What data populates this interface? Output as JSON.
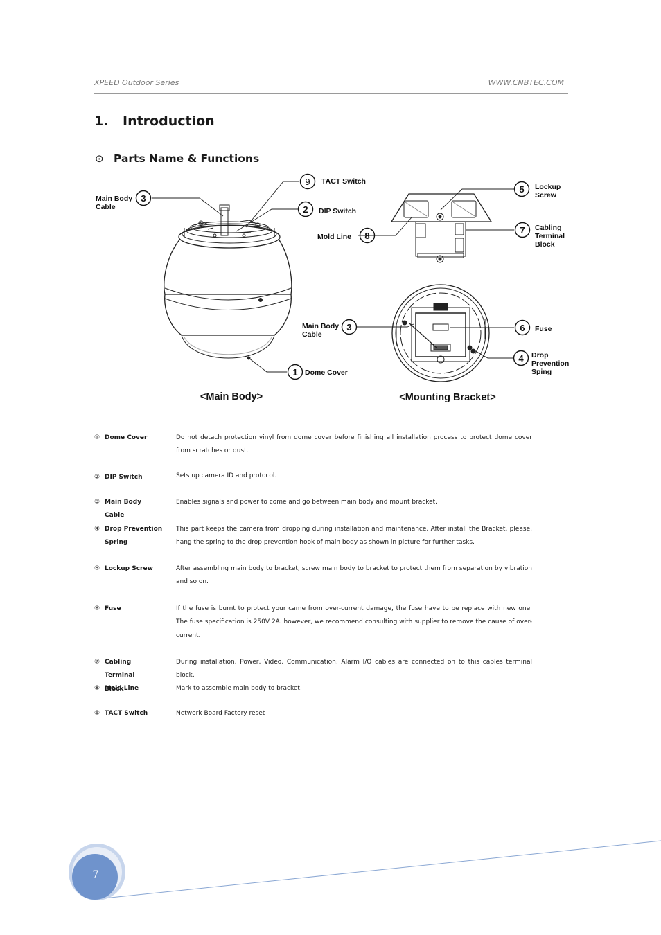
{
  "header": {
    "left": "XPEED Outdoor Series",
    "right": "WWW.CNBTEC.COM"
  },
  "section": {
    "number": "1.",
    "title": "Introduction"
  },
  "subsection": {
    "mark": "⊙",
    "title": "Parts Name & Functions"
  },
  "figure": {
    "labels": {
      "main_body_cable_line1": "Main Body",
      "main_body_cable_line2": "Cable",
      "tact_switch": "TACT Switch",
      "dip_switch": "DIP Switch",
      "mold_line": "Mold Line",
      "dome_cover": "Dome Cover",
      "lockup_line1": "Lockup",
      "lockup_line2": "Screw",
      "cabling_line1": "Cabling",
      "cabling_line2": "Terminal",
      "cabling_line3": "Block",
      "fuse": "Fuse",
      "drop_line1": "Drop",
      "drop_line2": "Prevention",
      "drop_line3": "Sping"
    },
    "numbers": {
      "n1": "1",
      "n2": "2",
      "n3": "3",
      "n4": "4",
      "n5": "5",
      "n6": "6",
      "n7": "7",
      "n8": "8",
      "n9": "9"
    },
    "caption_main_body": "<Main Body>",
    "caption_mounting_bracket": "<Mounting Bracket>"
  },
  "parts": [
    {
      "circle": "①",
      "name": "Dome Cover",
      "description": "Do not detach protection vinyl from dome cover before finishing all installation process to protect dome cover from scratches or dust."
    },
    {
      "circle": "②",
      "name": "DIP Switch",
      "description": "Sets up camera ID and protocol."
    },
    {
      "circle": "③",
      "name": "Main Body Cable",
      "description": "Enables signals and power to come and go between main body and mount bracket."
    },
    {
      "circle": "④",
      "name": "Drop Prevention Spring",
      "description": "This part keeps the camera from dropping during installation and maintenance. After install the Bracket, please, hang the spring to the drop prevention hook of main body as shown in picture for further tasks."
    },
    {
      "circle": "⑤",
      "name": "Lockup Screw",
      "description": "After assembling main body to bracket, screw main body to bracket to protect them from separation by vibration and so on."
    },
    {
      "circle": "⑥",
      "name": "Fuse",
      "description": "If the fuse is burnt to protect your came from over-current damage, the fuse have to be replace with new one. The fuse specification is 250V 2A. however, we recommend consulting with supplier to remove the cause of over-current."
    },
    {
      "circle": "⑦",
      "name": "Cabling Terminal Block",
      "description": "During installation, Power, Video, Communication, Alarm I/O cables are connected on to this cables terminal block."
    },
    {
      "circle": "⑧",
      "name": "Mold Line",
      "description": "Mark to assemble main body to bracket."
    },
    {
      "circle": "⑨",
      "name": "TACT Switch",
      "description": "Network Board Factory reset"
    }
  ],
  "page_number": "7",
  "colors": {
    "accent_blue": "#8aa7d3",
    "page_circle": "#6f93cc"
  }
}
